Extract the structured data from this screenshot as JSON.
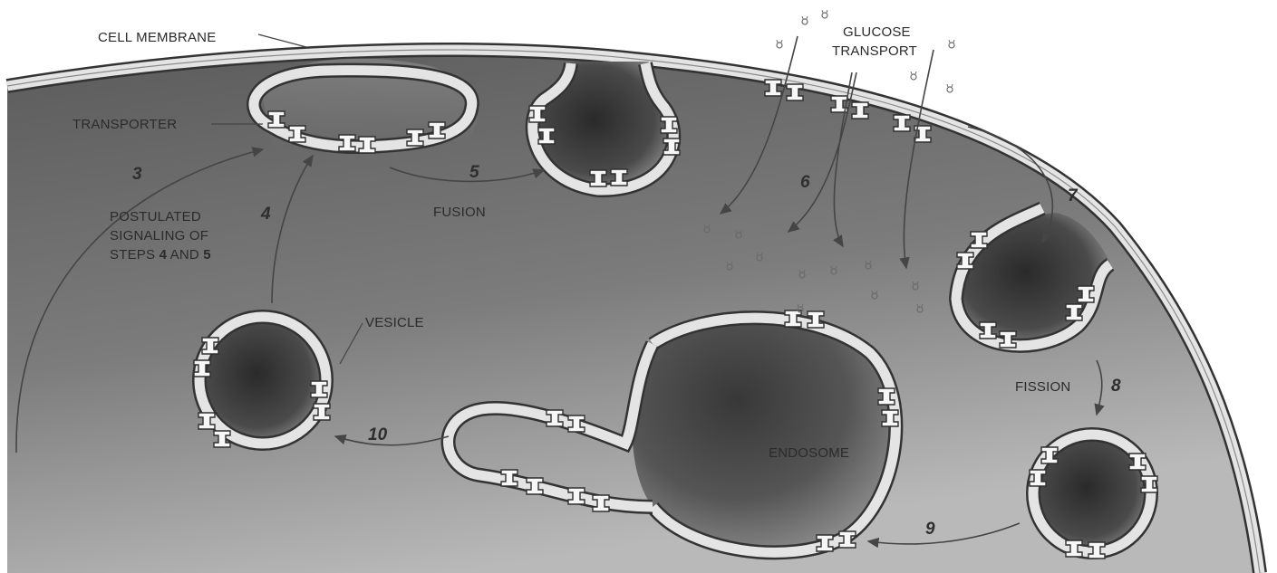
{
  "labels": {
    "cell_membrane": "CELL MEMBRANE",
    "transporter": "TRANSPORTER",
    "glucose_transport_1": "GLUCOSE",
    "glucose_transport_2": "TRANSPORT",
    "fusion": "FUSION",
    "fission": "FISSION",
    "vesicle": "VESICLE",
    "endosome": "ENDOSOME",
    "postulated_1": "POSTULATED",
    "postulated_2": "SIGNALING OF",
    "postulated_3_pre": "STEPS ",
    "postulated_3_b1": "4",
    "postulated_3_mid": " AND ",
    "postulated_3_b2": "5"
  },
  "steps": [
    "3",
    "4",
    "5",
    "6",
    "7",
    "8",
    "9",
    "10"
  ],
  "colors": {
    "cytoplasm_dark": "#5e5e5e",
    "cytoplasm_light": "#a8a8a8",
    "membrane_outer": "#3a3a3a",
    "membrane_fill": "#e4e4e4",
    "transporter_fill": "#f7f7f7",
    "lumen_dark": "#2e2e2e",
    "lumen_light": "#9a9a9a",
    "arrow": "#454545"
  }
}
